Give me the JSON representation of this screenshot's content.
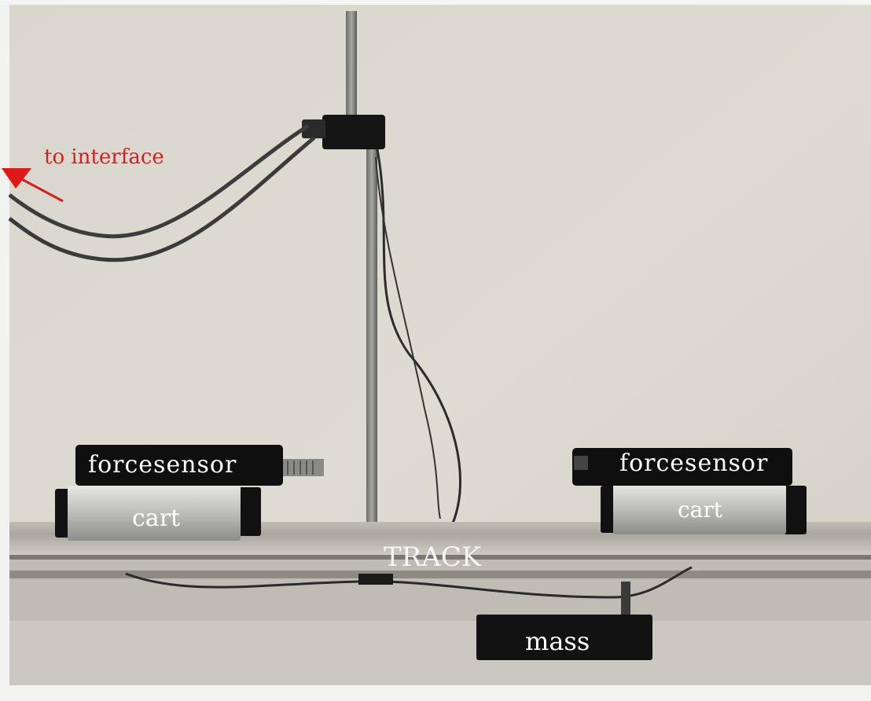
{
  "scene": {
    "labels": {
      "to_interface": "to interface",
      "force_sensor_left": "forcesensor",
      "force_sensor_right": "forcesensor",
      "cart_left": "cart",
      "cart_right": "cart",
      "track": "TRACK",
      "mass": "mass"
    },
    "colors": {
      "wall": "#d8d6cc",
      "annotation": "#d42020",
      "label_text": "#ffffff",
      "sensor_body": "#111111",
      "cart_body": "#c9c9c4"
    }
  }
}
